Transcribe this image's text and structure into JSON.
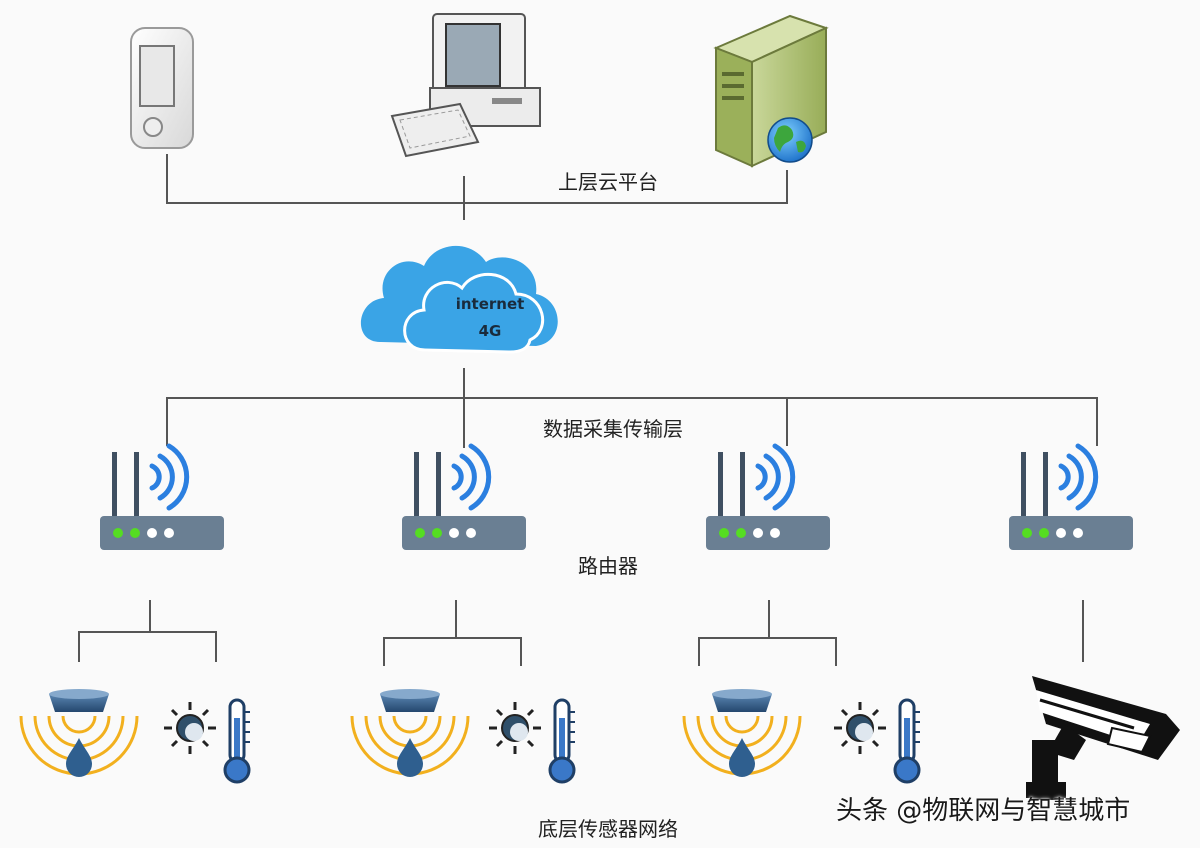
{
  "layers": {
    "cloud_platform": "上层云平台",
    "transport": "数据采集传输层",
    "router": "路由器",
    "sensor_network": "底层传感器网络"
  },
  "cloud": {
    "line1": "internet",
    "line2": "4G"
  },
  "watermark": "头条 @物联网与智慧城市",
  "colors": {
    "cloud": "#3aa4e6",
    "router_body": "#6a7f93",
    "led_green": "#55dd22",
    "wifi": "#2b7fe0",
    "sensor_wave": "#f2b01e",
    "drop": "#2f5f8f"
  },
  "devices": {
    "top": [
      "pda-icon",
      "desktop-computer-icon",
      "web-server-icon"
    ],
    "routers": 4,
    "bottom_groups": [
      [
        "water-sensor-icon",
        "temperature-sensor-icon"
      ],
      [
        "water-sensor-icon",
        "temperature-sensor-icon"
      ],
      [
        "water-sensor-icon",
        "temperature-sensor-icon"
      ],
      [
        "surveillance-camera-icon"
      ]
    ]
  }
}
